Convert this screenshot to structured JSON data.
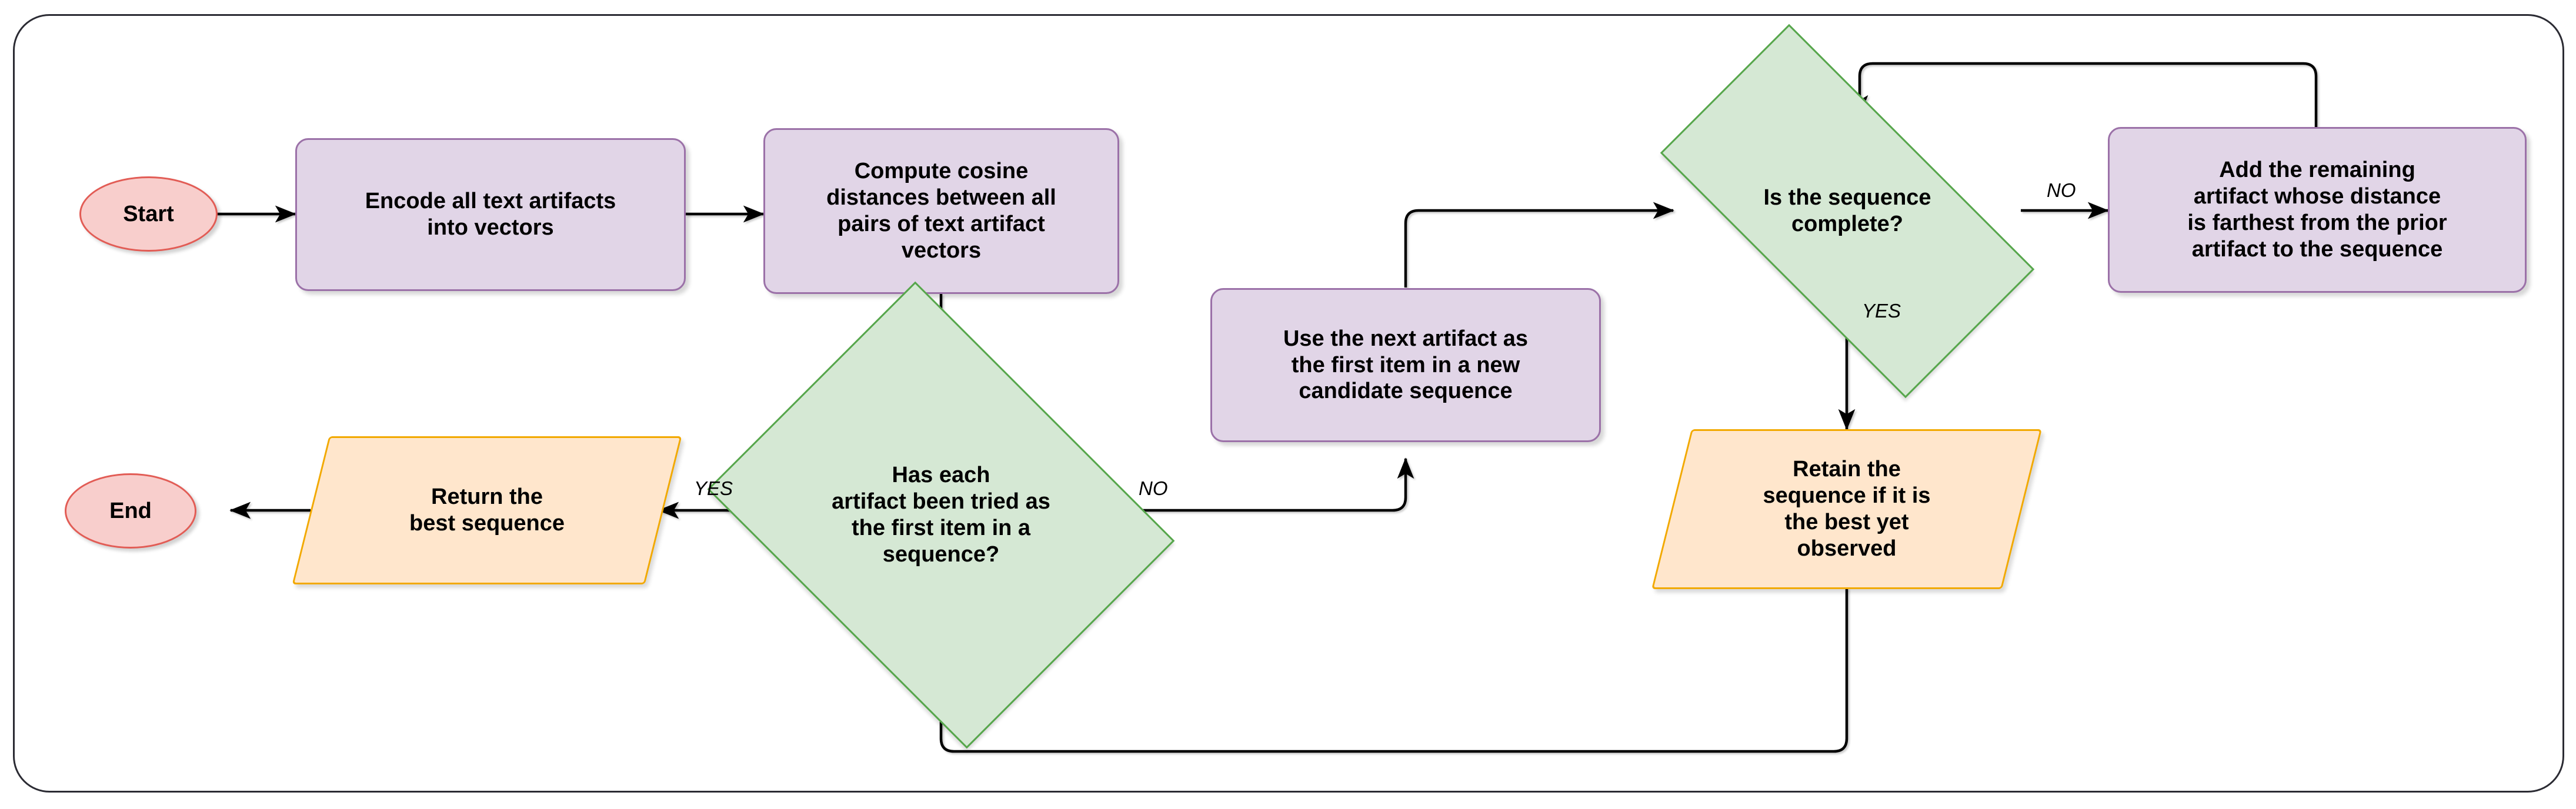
{
  "diagram": {
    "title": "Greedy farthest-point sequencing flowchart",
    "colors": {
      "process_fill": "#e1d5e7",
      "process_stroke": "#9b71a8",
      "decision_fill": "#d5e8d4",
      "decision_stroke": "#56a64b",
      "data_fill": "#ffe6cc",
      "data_stroke": "#f2a900",
      "terminator_fill": "#f8cecc",
      "terminator_stroke": "#e25c55",
      "edge_stroke": "#000000",
      "frame_stroke": "#2b2b33",
      "background": "#ffffff"
    },
    "nodes": [
      {
        "id": "start",
        "shape": "terminator",
        "label": "Start"
      },
      {
        "id": "encode",
        "shape": "process",
        "label": "Encode all text artifacts\ninto vectors"
      },
      {
        "id": "cosine",
        "shape": "process",
        "label": "Compute cosine\ndistances between all\npairs of text artifact\nvectors"
      },
      {
        "id": "tried_all",
        "shape": "decision",
        "label": "Has each\nartifact been tried as\nthe first item in a\nsequence?"
      },
      {
        "id": "next_seed",
        "shape": "process",
        "label": "Use the next artifact as\nthe first item in a new\ncandidate sequence"
      },
      {
        "id": "complete",
        "shape": "decision",
        "label": "Is the sequence\ncomplete?"
      },
      {
        "id": "add_far",
        "shape": "process",
        "label": "Add the remaining\nartifact whose distance\nis farthest from the prior\nartifact to the sequence"
      },
      {
        "id": "retain",
        "shape": "data",
        "label": "Retain the\nsequence if it is\nthe best yet\nobserved"
      },
      {
        "id": "return",
        "shape": "data",
        "label": "Return the\nbest sequence"
      },
      {
        "id": "end",
        "shape": "terminator",
        "label": "End"
      }
    ],
    "edges": [
      {
        "id": "e1",
        "from": "start",
        "to": "encode",
        "label": ""
      },
      {
        "id": "e2",
        "from": "encode",
        "to": "cosine",
        "label": ""
      },
      {
        "id": "e3",
        "from": "cosine",
        "to": "tried_all",
        "label": ""
      },
      {
        "id": "e4",
        "from": "tried_all",
        "to": "return",
        "label": "YES"
      },
      {
        "id": "e5",
        "from": "tried_all",
        "to": "next_seed",
        "label": "NO"
      },
      {
        "id": "e6",
        "from": "next_seed",
        "to": "complete",
        "label": ""
      },
      {
        "id": "e7",
        "from": "complete",
        "to": "add_far",
        "label": "NO"
      },
      {
        "id": "e8",
        "from": "complete",
        "to": "retain",
        "label": "YES"
      },
      {
        "id": "e9",
        "from": "add_far",
        "to": "complete",
        "label": ""
      },
      {
        "id": "e10",
        "from": "retain",
        "to": "tried_all",
        "label": ""
      },
      {
        "id": "e11",
        "from": "return",
        "to": "end",
        "label": ""
      }
    ],
    "edge_labels": {
      "tried_all_yes": "YES",
      "tried_all_no": "NO",
      "complete_no": "NO",
      "complete_yes": "YES"
    }
  }
}
